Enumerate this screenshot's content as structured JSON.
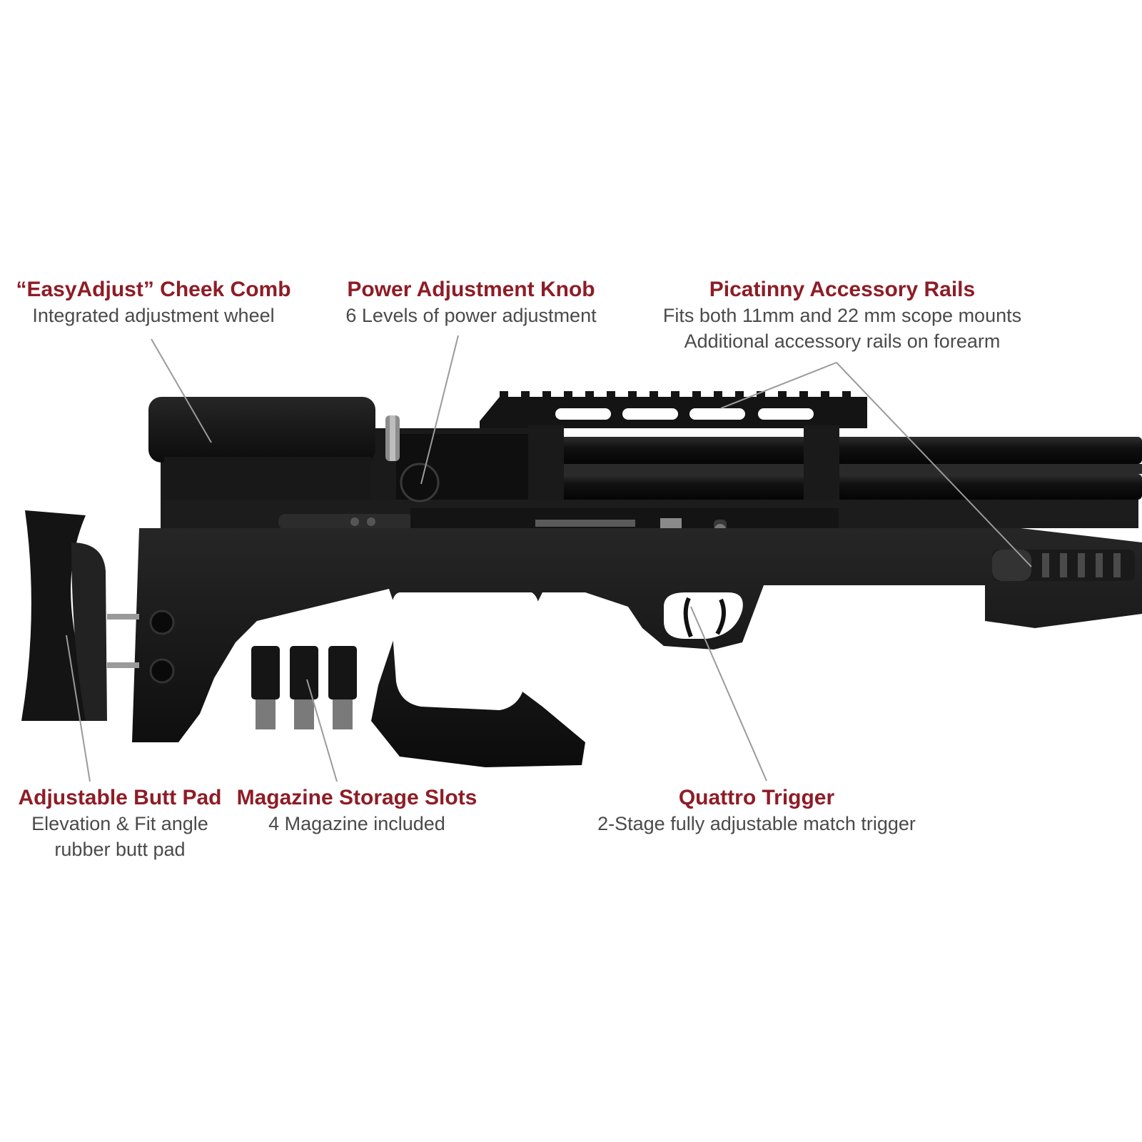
{
  "callouts": {
    "cheek_comb": {
      "title": "“EasyAdjust” Cheek Comb",
      "lines": [
        "Integrated adjustment wheel"
      ]
    },
    "power_knob": {
      "title": "Power Adjustment Knob",
      "lines": [
        "6 Levels of power adjustment"
      ]
    },
    "rails": {
      "title": "Picatinny Accessory Rails",
      "lines": [
        "Fits both 11mm and 22 mm scope mounts",
        "Additional accessory rails on forearm"
      ]
    },
    "butt_pad": {
      "title": "Adjustable Butt Pad",
      "lines": [
        "Elevation & Fit angle",
        "rubber butt pad"
      ]
    },
    "magazine": {
      "title": "Magazine Storage Slots",
      "lines": [
        "4 Magazine included"
      ]
    },
    "trigger": {
      "title": "Quattro Trigger",
      "lines": [
        "2-Stage fully adjustable match trigger"
      ]
    }
  },
  "colors": {
    "title": "#8e1c26",
    "description": "#4a4a4a",
    "rifle_body": "#161616",
    "leader_line": "#9a9a9a"
  }
}
